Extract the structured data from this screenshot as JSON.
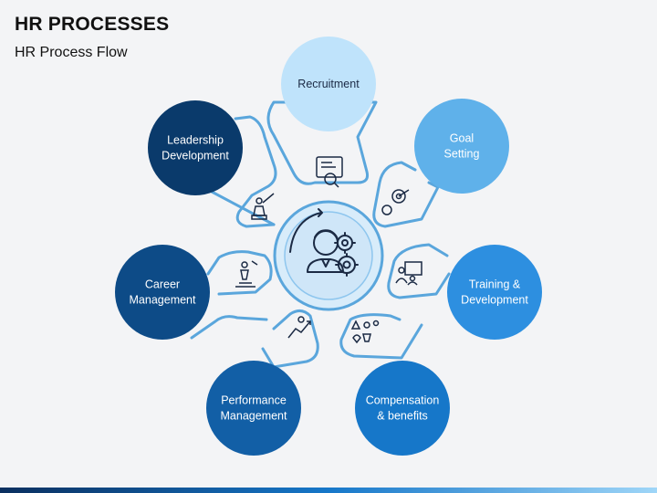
{
  "title": "HR PROCESSES",
  "subtitle": "HR Process Flow",
  "center": {
    "icon": "hr-manager-with-gears-icon"
  },
  "nodes": [
    {
      "id": "recruitment",
      "lines": [
        "Recruitment"
      ],
      "fill": "#bfe3fb",
      "text_color": "#1b2a44",
      "icon": "resume-search-icon"
    },
    {
      "id": "goal-setting",
      "lines": [
        "Goal",
        "Setting"
      ],
      "fill": "#5fb1ea",
      "text_color": "#ffffff",
      "icon": "target-gear-icon"
    },
    {
      "id": "training-development",
      "lines": [
        "Training &",
        "Development"
      ],
      "fill": "#2d8fe0",
      "text_color": "#ffffff",
      "icon": "training-presentation-icon"
    },
    {
      "id": "compensation-benefits",
      "lines": [
        "Compensation",
        "& benefits"
      ],
      "fill": "#1677c9",
      "text_color": "#ffffff",
      "icon": "benefits-awards-icon"
    },
    {
      "id": "performance-management",
      "lines": [
        "Performance",
        "Management"
      ],
      "fill": "#125fa6",
      "text_color": "#ffffff",
      "icon": "performance-trend-icon"
    },
    {
      "id": "career-management",
      "lines": [
        "Career",
        "Management"
      ],
      "fill": "#0d4b87",
      "text_color": "#ffffff",
      "icon": "career-ladder-icon"
    },
    {
      "id": "leadership-development",
      "lines": [
        "Leadership",
        "Development"
      ],
      "fill": "#0a3a6b",
      "text_color": "#ffffff",
      "icon": "leader-podium-icon"
    }
  ],
  "colors": {
    "line": "#5aa6dc",
    "ring": "#8ec6ee",
    "center_fill": "#d8ecfa",
    "bar_dark": "#0a2f5f",
    "bar_light": "#5fb1ea"
  }
}
